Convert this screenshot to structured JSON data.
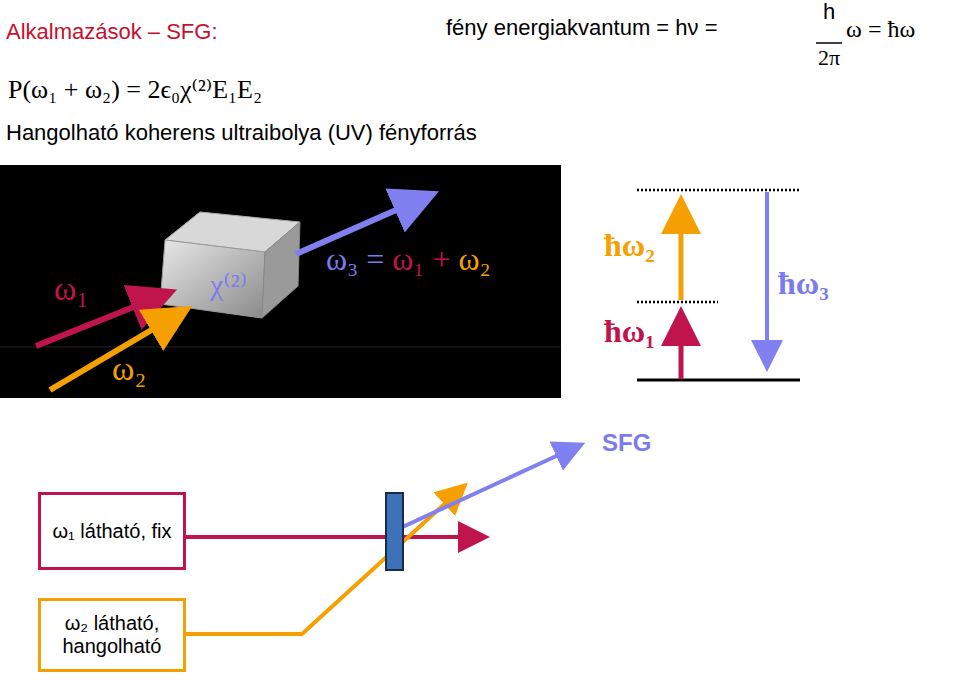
{
  "diagram": {
    "title": "Alkalmazások – SFG:",
    "nodes": [
      {
        "text": [
          "ω₁ látható, fix"
        ]
      },
      {
        "text": [
          "ω₂ látható, hangolható"
        ]
      }
    ],
    "labels": [
      "fény energiakvantum = hν =",
      "h",
      "2π",
      "ω = ħω",
      "P(ω₁ + ω₂) = 2ϵ₀χ⁽²⁾E₁E₂",
      "Hangolható koherens ultraibolya (UV) fényforrás",
      "ω₁",
      "ω₂",
      "χ⁽²⁾",
      "ω₃ =",
      "ω₁ +",
      "ω₂",
      "ħω₂",
      "ħω₁",
      "ħω₃",
      "SFG"
    ]
  }
}
